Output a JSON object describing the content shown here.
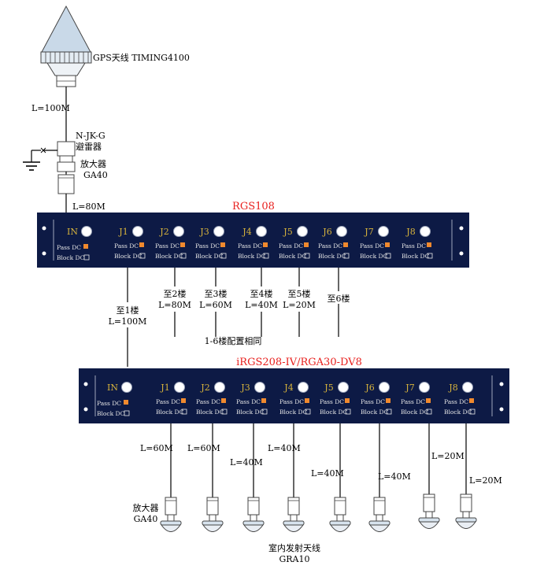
{
  "antenna": {
    "label": "GPS天线 TIMING4100",
    "top_cable": "L=100M",
    "arrester_model": "N-JK-G",
    "arrester_label": "避雷器",
    "amp_label": "放大器",
    "amp_model": "GA40",
    "bottom_cable": "L=80M"
  },
  "rgs108": {
    "title": "RGS108",
    "ports": [
      "IN",
      "J1",
      "J2",
      "J3",
      "J4",
      "J5",
      "J6",
      "J7",
      "J8"
    ],
    "pass_dc": "Pass DC",
    "block_dc": "Block DC",
    "floors": [
      {
        "to": "至1楼",
        "len": "L=100M"
      },
      {
        "to": "至2楼",
        "len": "L=80M"
      },
      {
        "to": "至3楼",
        "len": "L=60M"
      },
      {
        "to": "至4楼",
        "len": "L=40M"
      },
      {
        "to": "至5楼",
        "len": "L=20M"
      },
      {
        "to": "至6楼",
        "len": ""
      }
    ],
    "note": "1-6楼配置相同"
  },
  "irgs208": {
    "title": "iRGS208-IV/RGA30-DV8",
    "ports": [
      "IN",
      "J1",
      "J2",
      "J3",
      "J4",
      "J5",
      "J6",
      "J7",
      "J8"
    ],
    "pass_dc": "Pass DC",
    "block_dc": "Block DC",
    "cables": [
      "L=60M",
      "L=60M",
      "L=40M",
      "L=40M",
      "L=40M",
      "L=40M",
      "L=20M",
      "L=20M"
    ],
    "amp_label": "放大器",
    "amp_model": "GA40",
    "indoor_antenna_label": "室内发射天线",
    "indoor_antenna_model": "GRA10"
  },
  "colors": {
    "panel": "#0d1a45",
    "port_text": "#d8b43c",
    "title": "#e8201e",
    "indicator": "#f0892e"
  }
}
